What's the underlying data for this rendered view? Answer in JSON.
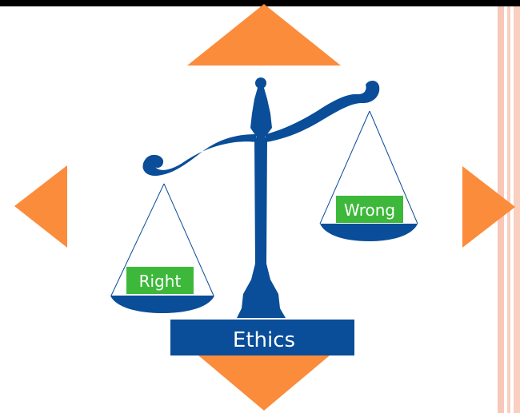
{
  "colors": {
    "arrow": "#fb8c3b",
    "scale": "#0a4d98",
    "label_box": "#3db83a",
    "label_text": "#ffffff",
    "stripe": "#f8c9ba",
    "top_bar": "#000000"
  },
  "icons": [
    "arrow-up-icon",
    "arrow-down-icon",
    "arrow-left-icon",
    "arrow-right-icon",
    "balance-scale-icon"
  ],
  "scale": {
    "left_pan_label": "Right",
    "right_pan_label": "Wrong",
    "base_label": "Ethics"
  }
}
